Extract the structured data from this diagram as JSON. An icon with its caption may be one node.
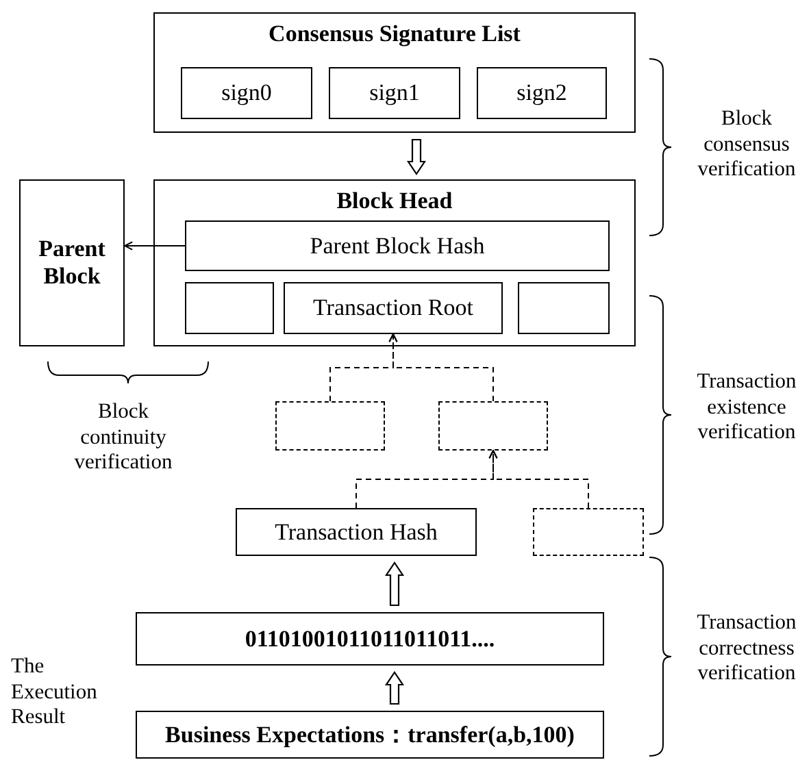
{
  "diagram": {
    "nodes": [
      {
        "text": [
          "Consensus Signature List"
        ]
      },
      {
        "text": [
          "sign0"
        ],
        "in": 0
      },
      {
        "text": [
          "sign1"
        ],
        "in": 0
      },
      {
        "text": [
          "sign2"
        ],
        "in": 0
      },
      {
        "text": [
          "Parent Block"
        ]
      },
      {
        "text": [
          "Block Head"
        ]
      },
      {
        "text": [
          "Parent Block Hash"
        ],
        "in": 5
      },
      {
        "text": [],
        "shape": "box",
        "in": 5
      },
      {
        "text": [
          "Transaction Root"
        ],
        "in": 5
      },
      {
        "text": [],
        "shape": "box",
        "in": 5
      },
      {
        "text": [],
        "shape": "box"
      },
      {
        "text": [],
        "shape": "box"
      },
      {
        "text": [
          "Transaction Hash"
        ]
      },
      {
        "text": [],
        "shape": "box"
      },
      {
        "text": [
          "01101001011011011011...."
        ]
      },
      {
        "text": [
          "Business Expectations：transfer(a,b,100)"
        ]
      }
    ],
    "edges": [
      {
        "from": 0,
        "to": 5,
        "arrow": "to",
        "style": "thick"
      },
      {
        "from": 6,
        "to": 4,
        "arrow": "to"
      },
      {
        "from": 10,
        "to": 8,
        "arrow": "to",
        "style": "dashed"
      },
      {
        "from": 11,
        "to": 8,
        "arrow": "to",
        "style": "dashed"
      },
      {
        "from": 12,
        "to": 11,
        "arrow": "to",
        "style": "dashed"
      },
      {
        "from": 13,
        "to": 11,
        "arrow": "to",
        "style": "dashed"
      },
      {
        "from": 14,
        "to": 12,
        "arrow": "to",
        "style": "thick"
      },
      {
        "from": 15,
        "to": 14,
        "arrow": "to",
        "style": "thick"
      }
    ],
    "labels": [
      "Block consensus verification",
      "Block continuity verification",
      "Transaction existence verification",
      "Transaction correctness verification",
      "The Execution Result"
    ]
  }
}
